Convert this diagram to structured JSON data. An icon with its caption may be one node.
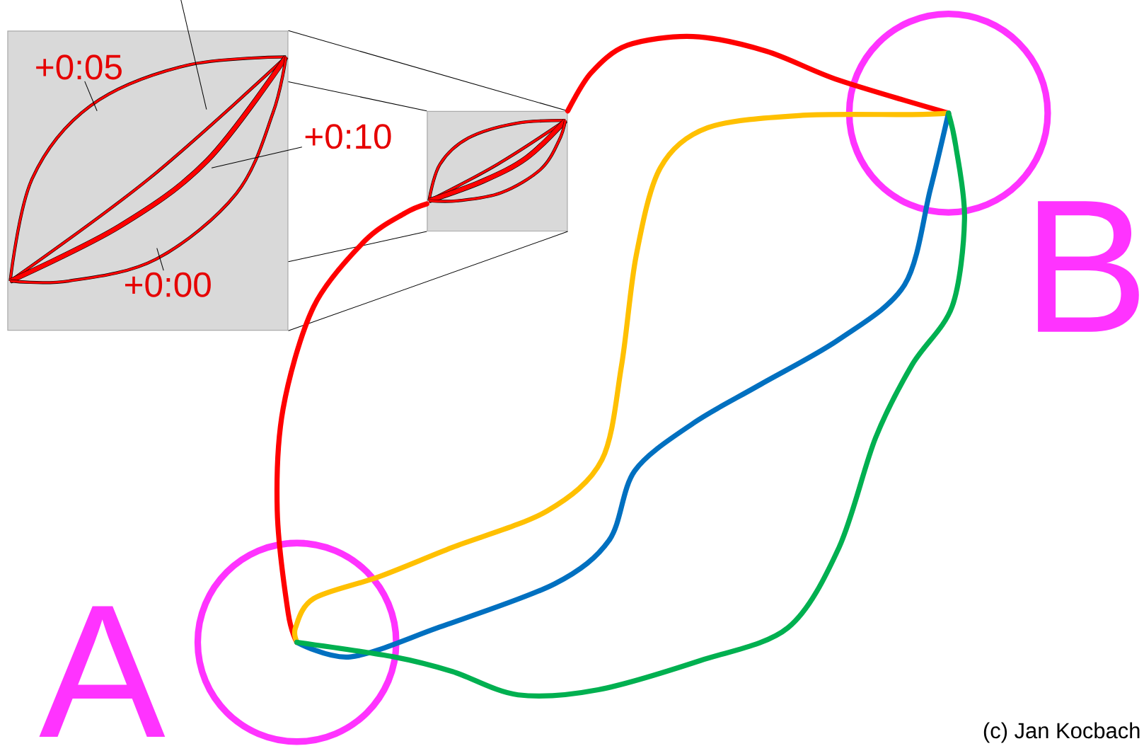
{
  "diagram": {
    "nodes": [
      {
        "text": [],
        "shape": "box"
      },
      {
        "text": [
          "+0:05"
        ],
        "in": 0
      },
      {
        "text": [
          "+0:10"
        ]
      },
      {
        "text": [
          "+0:00"
        ],
        "in": 0
      },
      {
        "text": [],
        "shape": "box"
      },
      {
        "text": [
          "B"
        ]
      },
      {
        "text": [
          "A"
        ]
      }
    ],
    "edges": [
      {
        "from": 0,
        "to": 4,
        "arrow": "none"
      },
      {
        "from": 0,
        "to": 4,
        "arrow": "none"
      },
      {
        "from": 0,
        "to": 4,
        "arrow": "none"
      },
      {
        "from": 0,
        "to": 4,
        "arrow": "none"
      },
      {
        "from": 1,
        "to": null,
        "arrow": "none"
      },
      {
        "from": 2,
        "to": null,
        "arrow": "none"
      },
      {
        "from": 3,
        "to": null,
        "arrow": "none"
      },
      {
        "from": 6,
        "to": 4,
        "arrow": "none",
        "style": "thick",
        "color": "#ff0000"
      },
      {
        "from": 4,
        "to": 5,
        "arrow": "none",
        "style": "thick",
        "color": "#ff0000"
      },
      {
        "from": 6,
        "to": 5,
        "arrow": "none",
        "style": "thick",
        "color": "#ffc000"
      },
      {
        "from": 6,
        "to": 5,
        "arrow": "none",
        "style": "thick",
        "color": "#0070c0"
      },
      {
        "from": 6,
        "to": 5,
        "arrow": "none",
        "style": "thick",
        "color": "#00b050"
      }
    ],
    "labels": [
      "(c) Jan Kocbach"
    ]
  }
}
